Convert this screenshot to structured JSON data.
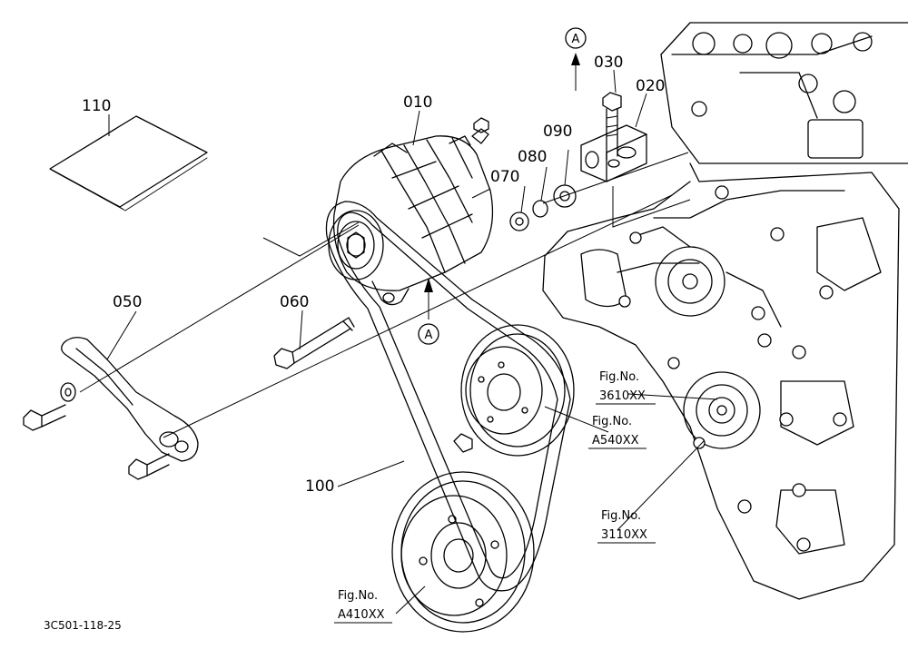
{
  "parts": {
    "p010": "010",
    "p020": "020",
    "p030": "030",
    "p050": "050",
    "p060": "060",
    "p070": "070",
    "p080": "080",
    "p090": "090",
    "p100": "100",
    "p110": "110"
  },
  "view_marker": "A",
  "fig_refs": [
    {
      "title": "Fig.No.",
      "code": "3610XX"
    },
    {
      "title": "Fig.No.",
      "code": "A540XX"
    },
    {
      "title": "Fig.No.",
      "code": "3110XX"
    },
    {
      "title": "Fig.No.",
      "code": "A410XX"
    }
  ],
  "drawing_code": "3C501-118-25"
}
